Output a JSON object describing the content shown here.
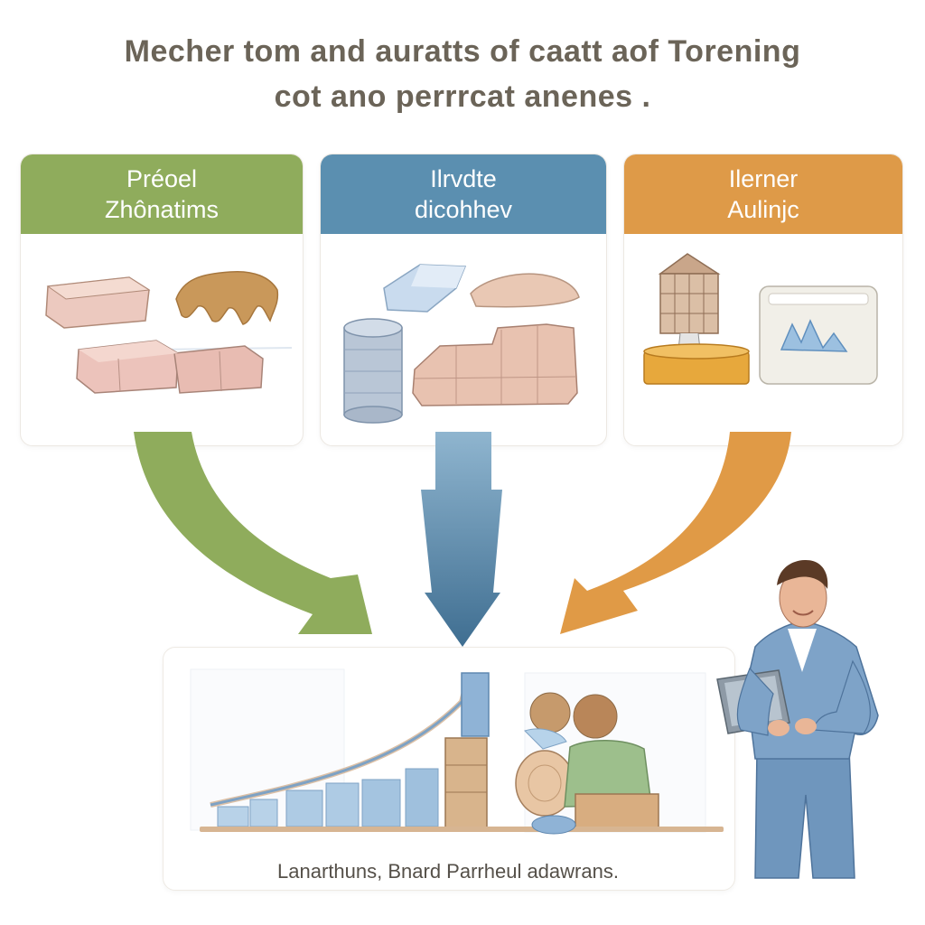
{
  "title": {
    "line1": "Mecher tom and auratts of caatt aof Torening",
    "line2": "cot ano perrrcat anenes ."
  },
  "cards": [
    {
      "line1": "Préoel",
      "line2": "Zhônatims",
      "color": "#8fac5c"
    },
    {
      "line1": "Ilrvdte",
      "line2": "dicohhev",
      "color": "#5b8fb0"
    },
    {
      "line1": "Ilerner",
      "line2": "Aulinjc",
      "color": "#de9a48"
    }
  ],
  "arrow_colors": {
    "green": "#8fac5c",
    "blue": "#4f7d9e",
    "orange": "#e09a46"
  },
  "caption": "Lanarthuns,  Bnard Parrheul adawrans."
}
